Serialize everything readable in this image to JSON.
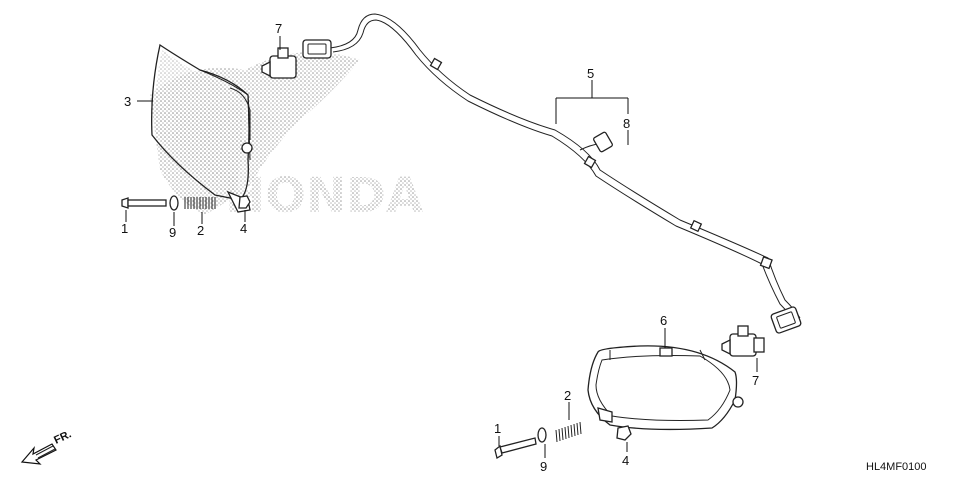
{
  "watermark": {
    "text": "HONDA"
  },
  "direction_indicator": {
    "label": "FR."
  },
  "diagram_code": "HL4MF0100",
  "callouts": {
    "c1_left": "1",
    "c9_left": "9",
    "c2_left": "2",
    "c4_left": "4",
    "c3": "3",
    "c7_left": "7",
    "c5": "5",
    "c8": "8",
    "c6": "6",
    "c7_right": "7",
    "c2_right": "2",
    "c1_right": "1",
    "c9_right": "9",
    "c4_right": "4"
  }
}
